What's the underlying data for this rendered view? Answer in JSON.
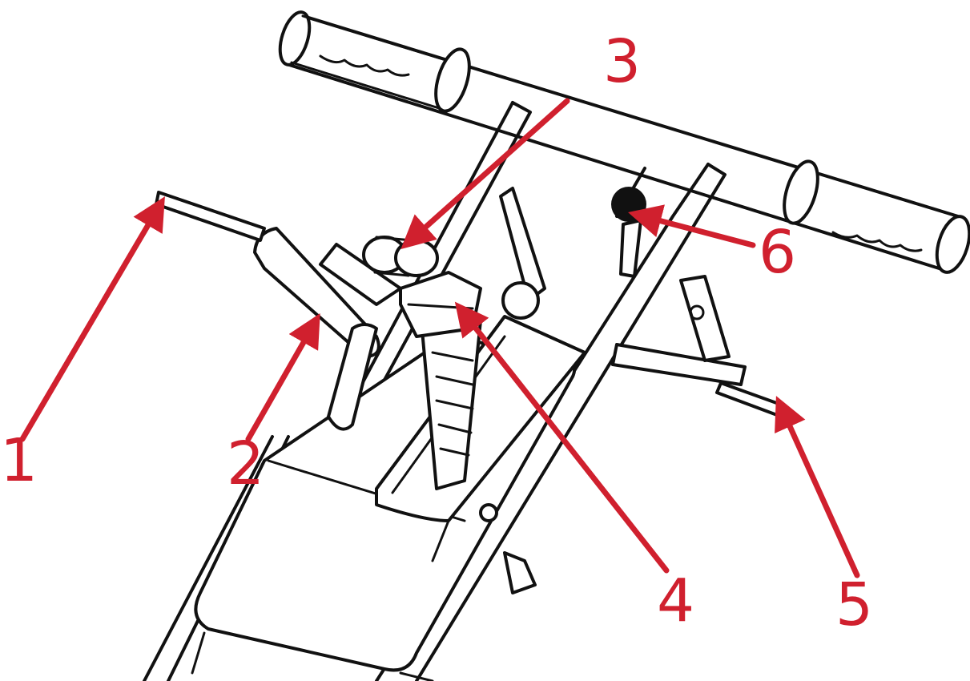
{
  "colors": {
    "callout": "#d0202e",
    "linework": "#111111",
    "background": "#ffffff"
  },
  "callouts": [
    {
      "label": "1"
    },
    {
      "label": "2"
    },
    {
      "label": "3"
    },
    {
      "label": "4"
    },
    {
      "label": "5"
    },
    {
      "label": "6"
    }
  ]
}
